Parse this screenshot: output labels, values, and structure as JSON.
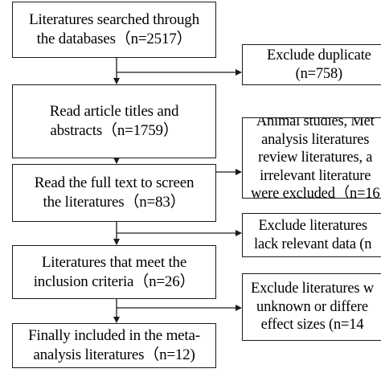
{
  "main_steps": [
    "Literatures searched through\nthe databases（n=2517）",
    "Read article titles and\nabstracts（n=1759）",
    "Read the full text to screen\nthe literatures（n=83）",
    "Literatures that meet the\ninclusion criteria（n=26）",
    "Finally included in the meta-\nanalysis literatures（n=12)"
  ],
  "exclusions": [
    "Exclude duplicate\n(n=758)",
    "Animal studies, Met\nanalysis literatures\nreview literatures, a\nirrelevant literature\nwere excluded（n=16",
    "Exclude literatures\nlack relevant data (n",
    "Exclude literatures w\nunknown or differe\neffect sizes (n=14"
  ],
  "colors": {
    "stroke": "#1a1a1a",
    "background": "#ffffff"
  }
}
